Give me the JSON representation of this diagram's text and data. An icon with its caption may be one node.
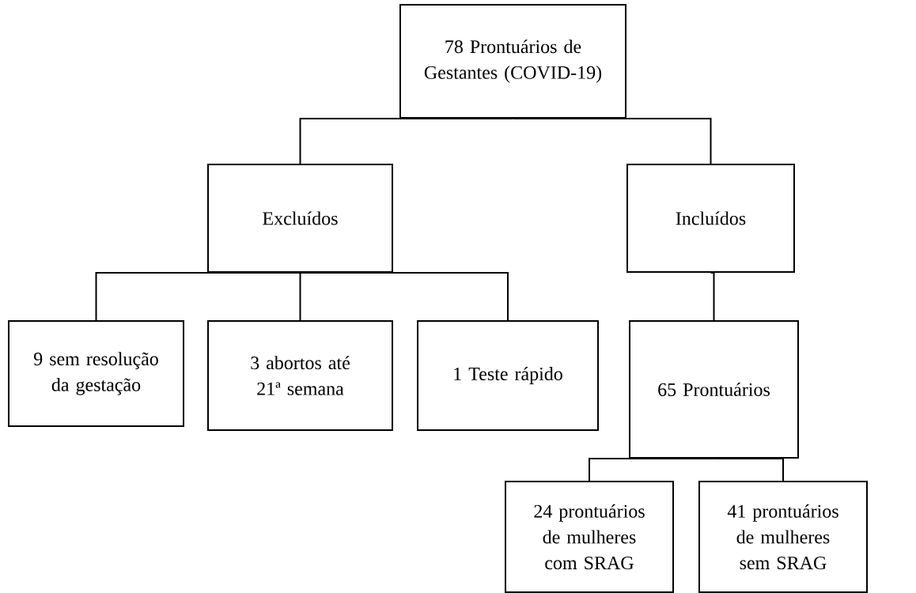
{
  "diagram": {
    "nodes": [
      {
        "text": [
          "78 Prontuários de Gestantes (COVID-19)"
        ]
      },
      {
        "text": [
          "Excluídos"
        ]
      },
      {
        "text": [
          "Incluídos"
        ]
      },
      {
        "text": [
          "9 sem resolução da gestação"
        ]
      },
      {
        "text": [
          "3 abortos até 21ª semana"
        ]
      },
      {
        "text": [
          "1 Teste rápido"
        ]
      },
      {
        "text": [
          "65 Prontuários"
        ]
      },
      {
        "text": [
          "24 prontuários de mulheres com SRAG"
        ]
      },
      {
        "text": [
          "41 prontuários de mulheres sem SRAG"
        ]
      }
    ],
    "edges": [
      {
        "from": 0,
        "to": 1,
        "arrow": "none"
      },
      {
        "from": 0,
        "to": 2,
        "arrow": "none"
      },
      {
        "from": 1,
        "to": 3,
        "arrow": "none"
      },
      {
        "from": 1,
        "to": 4,
        "arrow": "none"
      },
      {
        "from": 1,
        "to": 5,
        "arrow": "none"
      },
      {
        "from": 2,
        "to": 6,
        "arrow": "none"
      },
      {
        "from": 6,
        "to": 7,
        "arrow": "none"
      },
      {
        "from": 6,
        "to": 8,
        "arrow": "none"
      }
    ]
  }
}
